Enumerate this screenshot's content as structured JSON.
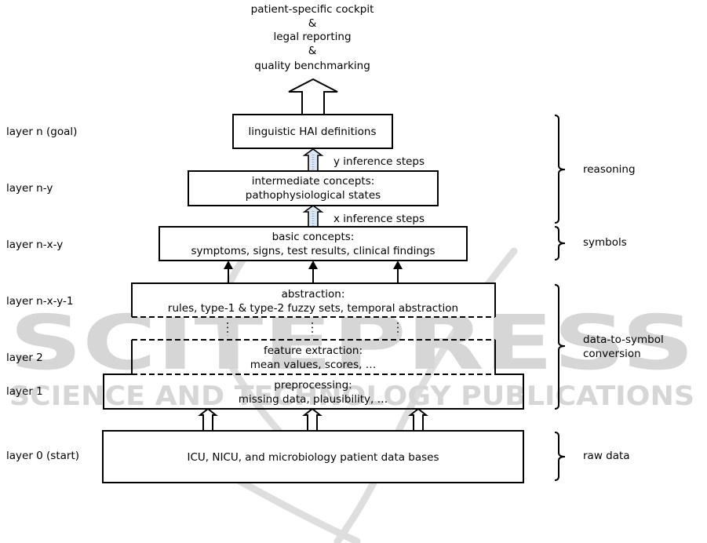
{
  "outputs": {
    "lines": [
      "patient-specific cockpit",
      "&",
      "legal reporting",
      "&",
      "quality benchmarking"
    ]
  },
  "layer_labels": {
    "goal": "layer n (goal)",
    "n_y": "layer n-y",
    "n_x_y": "layer n-x-y",
    "n_x_y_1": "layer n-x-y-1",
    "l2": "layer 2",
    "l1": "layer 1",
    "l0": "layer 0 (start)"
  },
  "boxes": {
    "linguistic": {
      "lines": [
        "linguistic HAI definitions"
      ]
    },
    "intermediate": {
      "lines": [
        "intermediate concepts:",
        "pathophysiological states"
      ]
    },
    "basic": {
      "lines": [
        "basic concepts:",
        "symptoms, signs, test results, clinical findings"
      ]
    },
    "abstraction": {
      "lines": [
        "abstraction:",
        "rules, type-1 & type-2 fuzzy sets, temporal abstraction"
      ]
    },
    "feature": {
      "lines": [
        "feature extraction:",
        "mean values, scores, …"
      ]
    },
    "preprocessing": {
      "lines": [
        "preprocessing:",
        "missing data, plausibility, …"
      ]
    },
    "raw": {
      "lines": [
        "ICU, NICU, and microbiology patient data bases"
      ]
    }
  },
  "inference_steps": {
    "y": "y inference steps",
    "x": "x inference steps"
  },
  "braces": {
    "reasoning": [
      "reasoning"
    ],
    "symbols": [
      "symbols"
    ],
    "conversion": [
      "data-to-symbol",
      "conversion"
    ],
    "raw": [
      "raw data"
    ]
  },
  "watermark": {
    "title": "SCITEPRESS",
    "subtitle": "SCIENCE AND TECHNOLOGY PUBLICATIONS"
  },
  "colors": {
    "line": "#000000",
    "watermark": "#d6d6d6",
    "inference_arrow_fill": "#dce9f4"
  }
}
